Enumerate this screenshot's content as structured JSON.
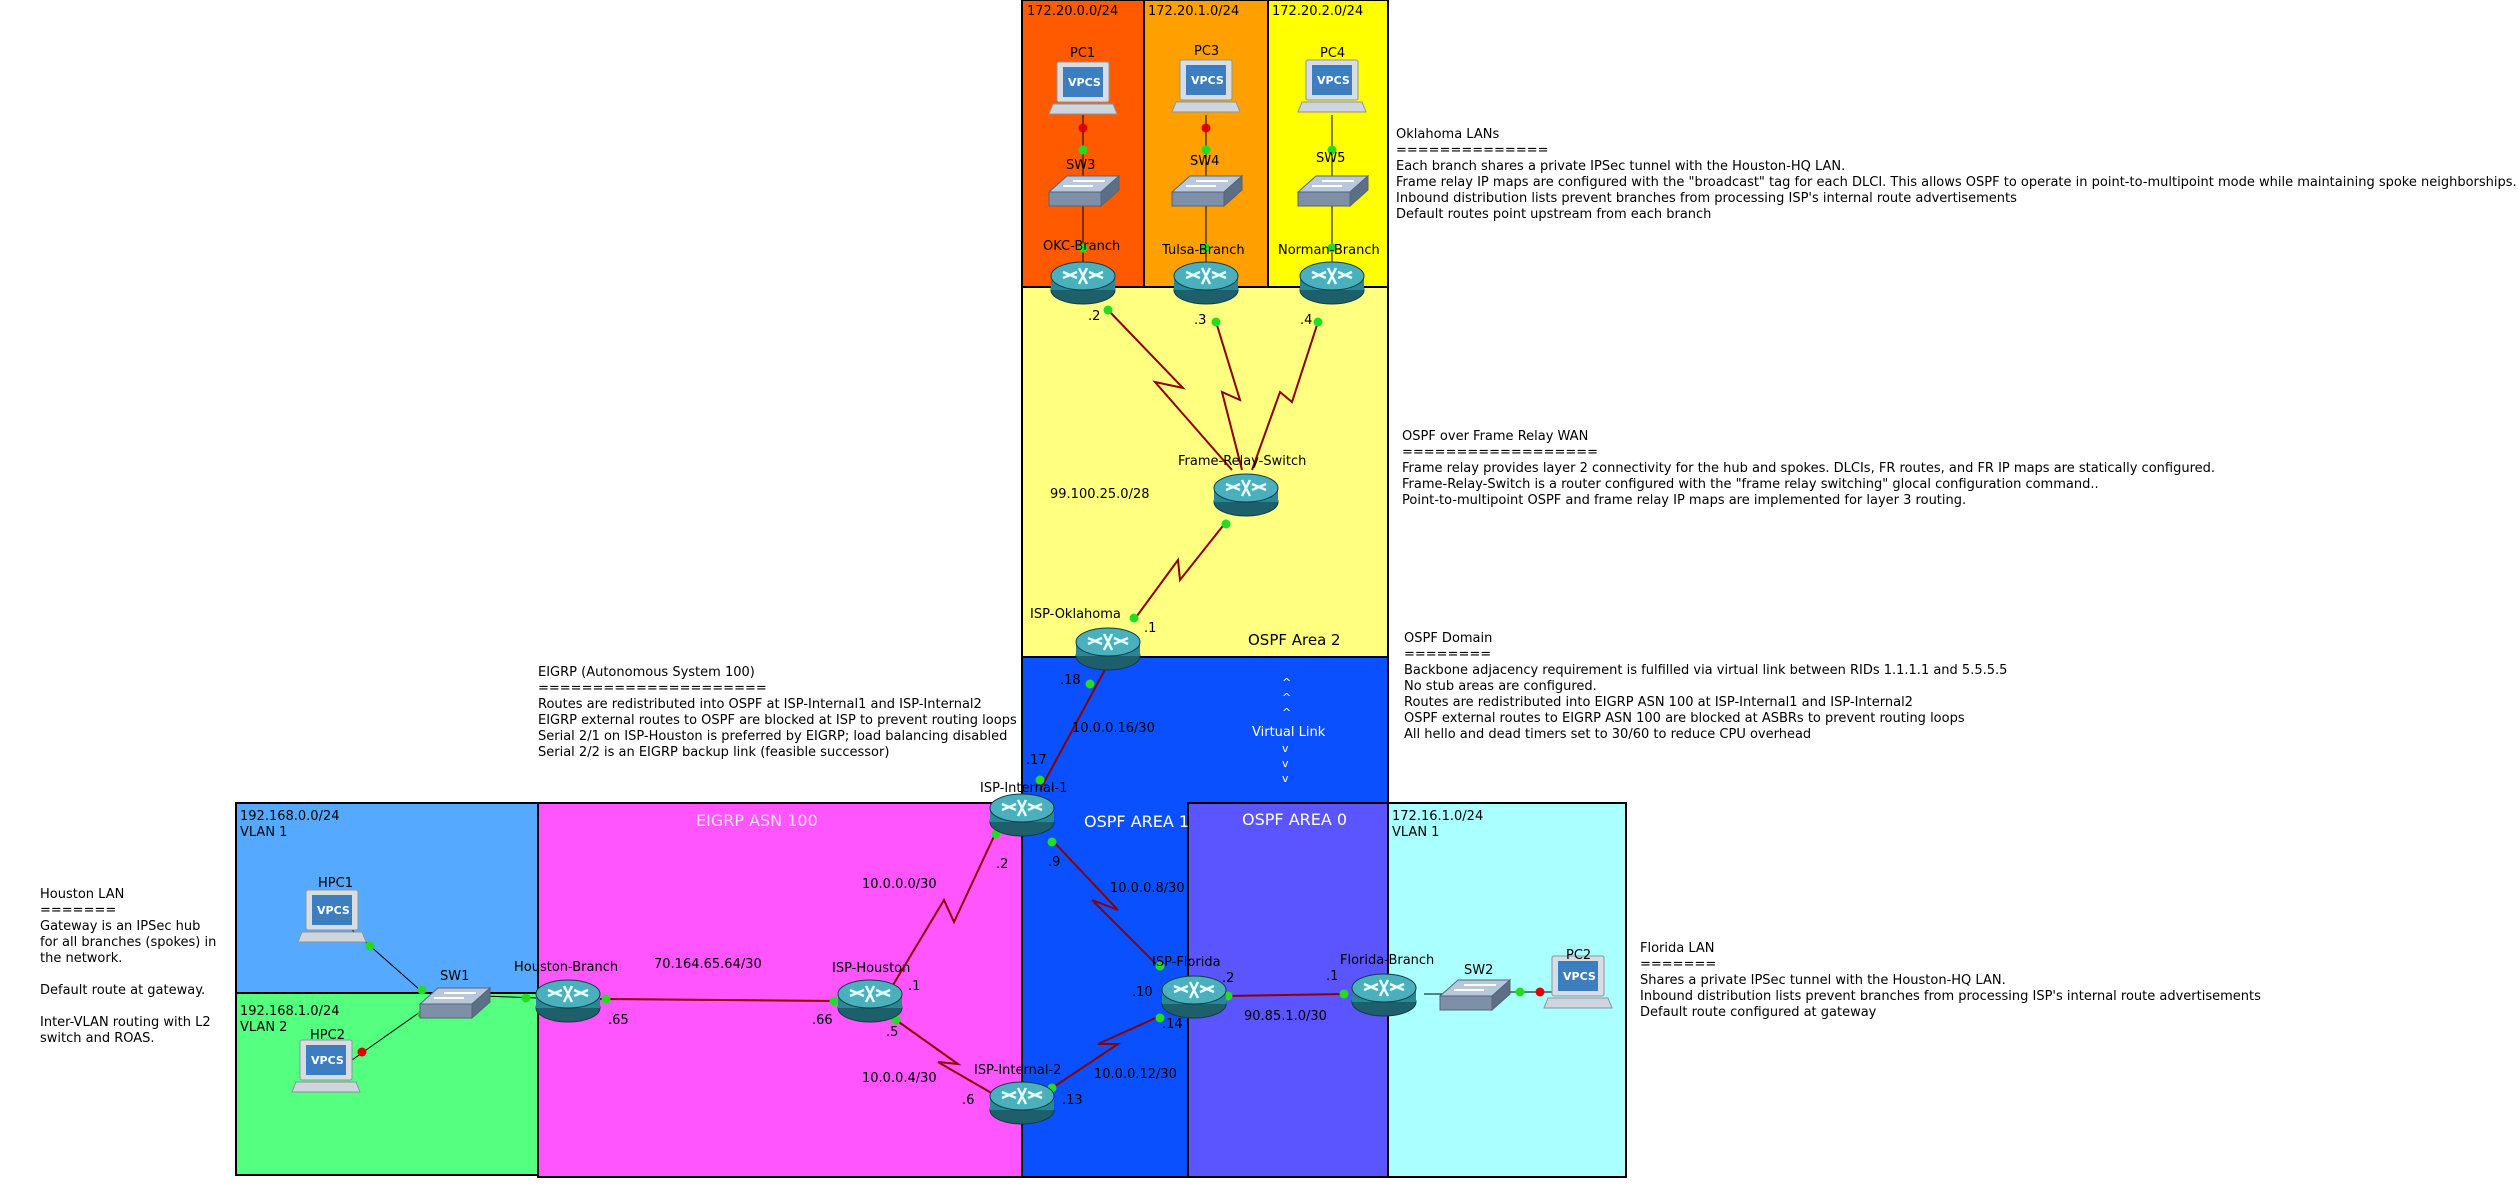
{
  "zones": {
    "lan_okc": "172.20.0.0/24",
    "lan_tulsa": "172.20.1.0/24",
    "lan_norman": "172.20.2.0/24",
    "ospf_area2": "OSPF Area 2",
    "ospf_area1": "OSPF AREA 1",
    "ospf_area0": "OSPF AREA 0",
    "eigrp_asn": "EIGRP ASN 100",
    "hpc1_net": "192.168.0.0/24",
    "hpc1_vlan": "VLAN 1",
    "hpc2_net": "192.168.1.0/24",
    "hpc2_vlan": "VLAN 2",
    "florida_net": "172.16.1.0/24",
    "florida_vlan": "VLAN 1"
  },
  "devices": {
    "pc1": "PC1",
    "pc3": "PC3",
    "pc4": "PC4",
    "sw3": "SW3",
    "sw4": "SW4",
    "sw5": "SW5",
    "okc": "OKC-Branch",
    "tulsa": "Tulsa-Branch",
    "norman": "Norman-Branch",
    "fr_switch": "Frame-Relay-Switch",
    "isp_oklahoma": "ISP-Oklahoma",
    "isp_internal1": "ISP-Internal-1",
    "isp_internal2": "ISP-Internal-2",
    "isp_houston": "ISP-Houston",
    "isp_florida": "ISP-Florida",
    "houston_branch": "Houston-Branch",
    "florida_branch": "Florida-Branch",
    "sw1": "SW1",
    "sw2": "SW2",
    "hpc1": "HPC1",
    "hpc2": "HPC2",
    "pc2": "PC2",
    "vpcs": "VPCS"
  },
  "links": {
    "fr_net": "99.100.25.0/28",
    "okc_ip": ".2",
    "tulsa_ip": ".3",
    "norman_ip": ".4",
    "ispok_ip": ".1",
    "ispok_bottom": ".18",
    "net_16": "10.0.0.16/30",
    "int1_top": ".17",
    "int1_left": ".2",
    "int1_right": ".9",
    "net_0": "10.0.0.0/30",
    "net_8": "10.0.0.8/30",
    "net_4": "10.0.0.4/30",
    "net_12": "10.0.0.12/30",
    "net_hou": "70.164.65.64/30",
    "hb_ip": ".65",
    "isph_left": ".66",
    "isph_right": ".1",
    "isph_bottom": ".5",
    "int2_left": ".6",
    "int2_right": ".13",
    "ispf_left": ".10",
    "ispf_bottom": ".14",
    "ispf_right": ".2",
    "net_fl": "90.85.1.0/30",
    "fb_ip": ".1",
    "virtual_link": "Virtual Link",
    "vl_up": "^",
    "vl_down": "v"
  },
  "notes": {
    "oklahoma": [
      "Oklahoma LANs",
      "==============",
      "Each branch shares a private IPSec tunnel with the Houston-HQ LAN.",
      "Frame relay IP maps are configured with the \"broadcast\" tag for each DLCI. This allows OSPF to operate in point-to-multipoint mode while maintaining spoke neighborships.",
      "Inbound distribution lists prevent branches from processing ISP's internal route advertisements",
      "Default routes point upstream from each branch"
    ],
    "fr_wan": [
      "OSPF over Frame Relay WAN",
      "==================",
      "Frame relay provides layer 2 connectivity  for the hub and spokes. DLCIs, FR routes, and FR IP maps are statically configured.",
      "Frame-Relay-Switch is a router configured with the \"frame relay switching\" glocal configuration command..",
      "Point-to-multipoint OSPF and frame relay IP maps are implemented for layer 3  routing."
    ],
    "ospf_domain": [
      "OSPF Domain",
      "========",
      "Backbone adjacency requirement is fulfilled via virtual link between RIDs 1.1.1.1 and 5.5.5.5",
      "No stub areas are configured.",
      "Routes are redistributed into EIGRP ASN 100 at ISP-Internal1 and ISP-Internal2",
      "OSPF external routes to EIGRP ASN 100 are blocked at ASBRs to prevent routing loops",
      "All hello and dead timers set to 30/60 to reduce CPU overhead"
    ],
    "eigrp": [
      "EIGRP (Autonomous System 100)",
      "=====================",
      "Routes are redistributed into OSPF at ISP-Internal1 and ISP-Internal2",
      "EIGRP external routes to OSPF are blocked at ISP to prevent routing loops",
      "Serial 2/1 on ISP-Houston is preferred by EIGRP; load balancing disabled",
      "Serial 2/2 is an EIGRP backup link (feasible successor)"
    ],
    "houston": [
      "Houston LAN",
      "=======",
      "Gateway is an IPSec hub",
      "for all branches (spokes) in",
      "the network.",
      "",
      "Default route at gateway.",
      "",
      "Inter-VLAN routing with L2",
      "switch and ROAS."
    ],
    "florida": [
      "Florida LAN",
      "=======",
      "Shares a private IPSec tunnel with the Houston-HQ LAN.",
      "Inbound distribution lists prevent branches from processing ISP's internal route advertisements",
      "Default route configured at gateway"
    ]
  },
  "colors": {
    "okc_zone": "#ff5a00",
    "tulsa_zone": "#ffa000",
    "norman_zone": "#ffff00",
    "area2": "#ffff80",
    "area1": "#0a50ff",
    "area0": "#5a55ff",
    "eigrp": "#ff55ff",
    "hpc1_zone": "#55aaff",
    "hpc2_zone": "#55ff7f",
    "florida_zone": "#aaffff",
    "link": "#8b0000",
    "port_ok": "#22dd22",
    "port_down": "#e00000"
  }
}
